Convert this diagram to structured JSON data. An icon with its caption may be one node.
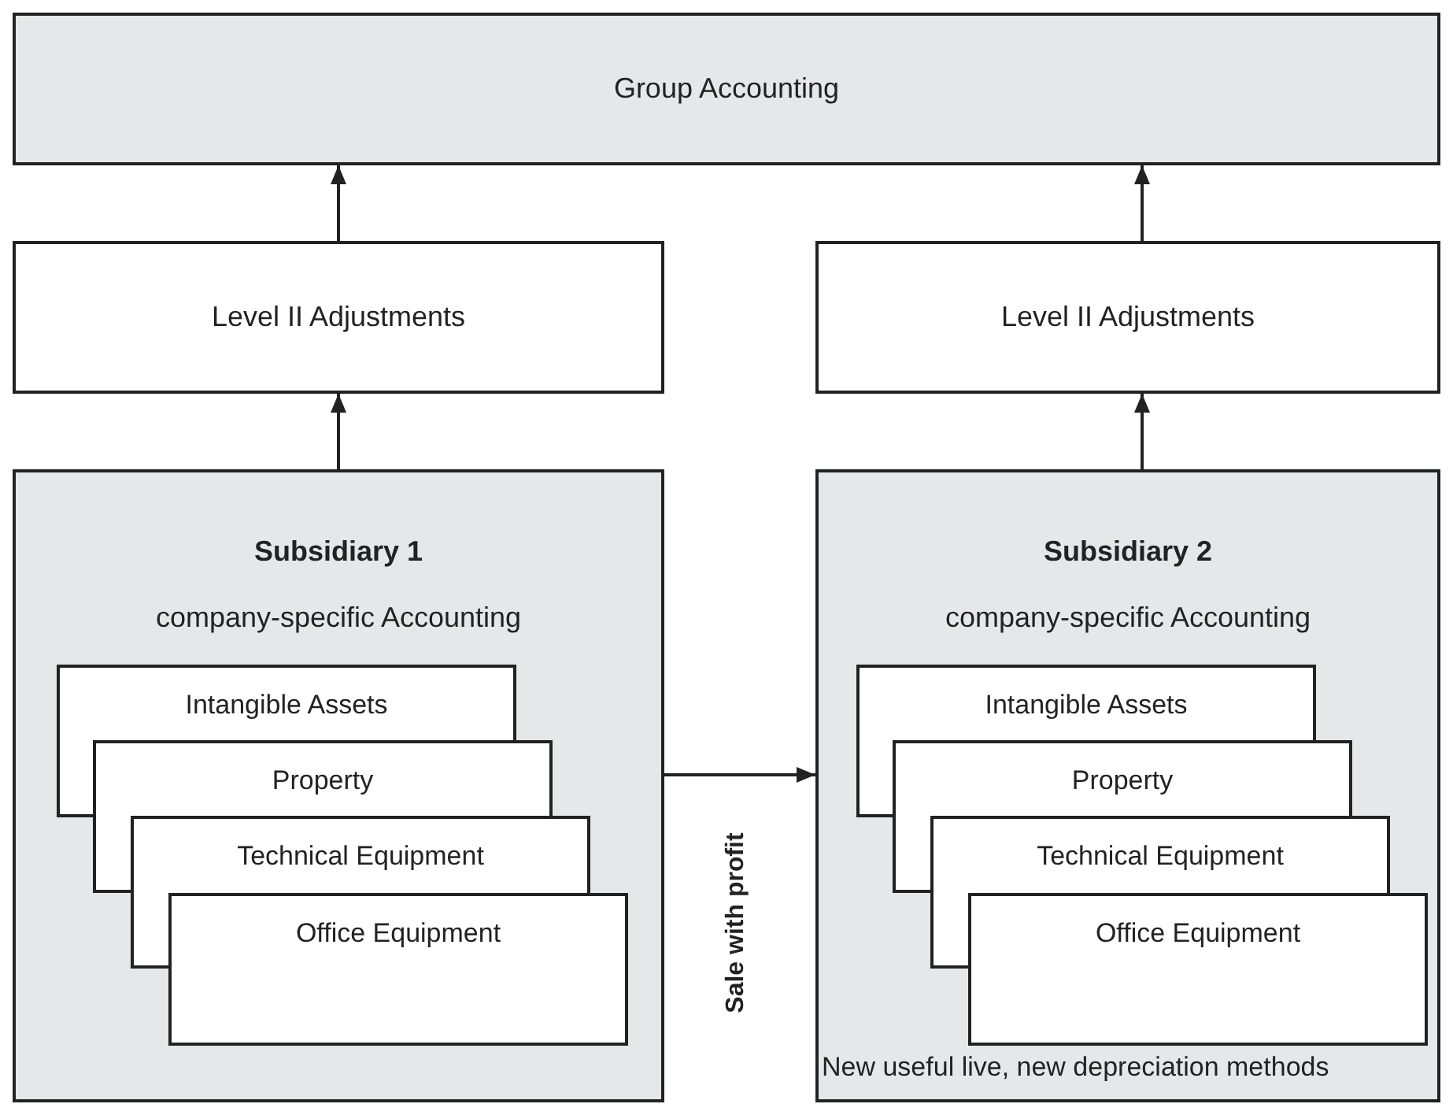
{
  "diagram": {
    "nodes": [
      {
        "text": [
          "Group Accounting"
        ]
      },
      {
        "text": [
          "Level II Adjustments"
        ]
      },
      {
        "text": [
          "Level II Adjustments"
        ]
      },
      {
        "text": [
          "Subsidiary 1",
          "company-specific Accounting"
        ]
      },
      {
        "text": [
          "Intangible Assets"
        ],
        "in": 3
      },
      {
        "text": [
          "Property"
        ],
        "in": 3
      },
      {
        "text": [
          "Technical Equipment"
        ],
        "in": 3
      },
      {
        "text": [
          "Office Equipment"
        ],
        "in": 3
      },
      {
        "text": [
          "Subsidiary 2",
          "company-specific Accounting",
          "New useful live, new depreciation methods"
        ]
      },
      {
        "text": [
          "Intangible Assets"
        ],
        "in": 8
      },
      {
        "text": [
          "Property"
        ],
        "in": 8
      },
      {
        "text": [
          "Technical Equipment"
        ],
        "in": 8
      },
      {
        "text": [
          "Office Equipment"
        ],
        "in": 8
      }
    ],
    "edges": [
      {
        "from": 1,
        "to": 0,
        "arrow": "to"
      },
      {
        "from": 2,
        "to": 0,
        "arrow": "to"
      },
      {
        "from": 3,
        "to": 1,
        "arrow": "to"
      },
      {
        "from": 8,
        "to": 2,
        "arrow": "to"
      },
      {
        "from": 3,
        "to": 8,
        "arrow": "to",
        "label": "Sale with profit"
      }
    ]
  }
}
